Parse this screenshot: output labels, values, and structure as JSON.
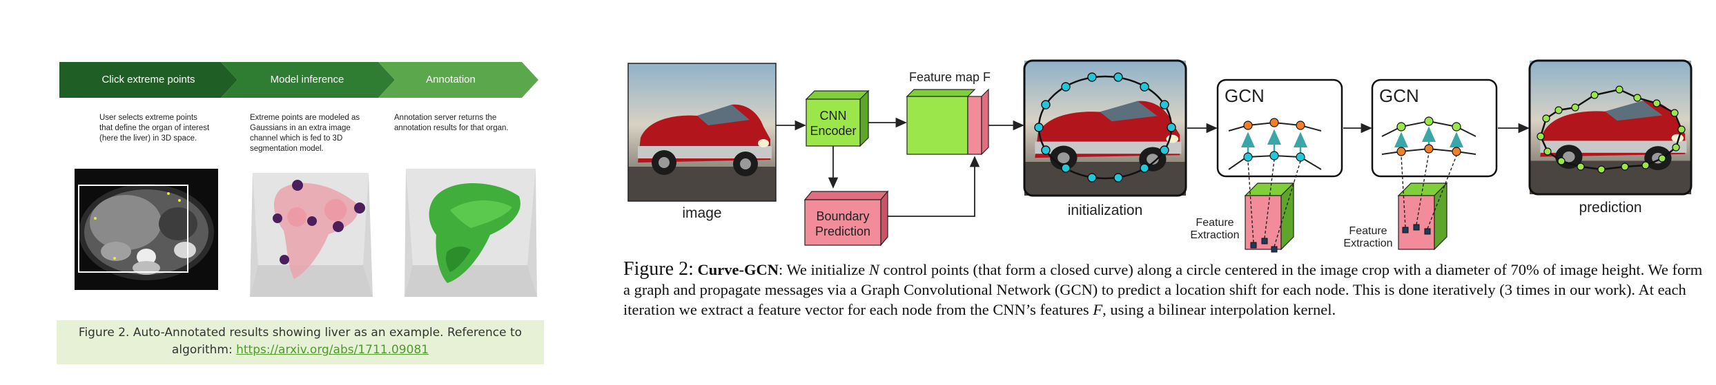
{
  "left": {
    "steps": [
      {
        "title": "Click extreme points",
        "desc": "User selects extreme points that define the organ of interest (here the liver) in 3D space.",
        "color": "#1f5f25"
      },
      {
        "title": "Model inference",
        "desc": "Extreme points are modeled as Gaussians in an extra image channel which is fed to 3D segmentation model.",
        "color": "#2f7d33"
      },
      {
        "title": "Annotation",
        "desc": "Annotation server returns the annotation results for that organ.",
        "color": "#5ba84c"
      }
    ],
    "caption": {
      "text": "Figure 2. Auto-Annotated results showing liver as an example. Reference to",
      "prefix": "algorithm: ",
      "link": "https://arxiv.org/abs/1711.09081"
    }
  },
  "right": {
    "labels": {
      "image": "image",
      "cnn_encoder_1": "CNN",
      "cnn_encoder_2": "Encoder",
      "feature_map": "Feature map F",
      "boundary_1": "Boundary",
      "boundary_2": "Prediction",
      "initialization": "initialization",
      "gcn_1": "GCN",
      "gcn_2": "GCN",
      "feature_extraction_1a": "Feature",
      "feature_extraction_1b": "Extraction",
      "feature_extraction_2a": "Feature",
      "feature_extraction_2b": "Extraction",
      "prediction": "prediction"
    },
    "caption": {
      "fignum": "Figure 2:",
      "name": "Curve-GCN",
      "part1": ": We initialize ",
      "n": "N",
      "part2": " control points (that form a closed curve) along a circle centered in the image crop with a diameter of 70% of image height. We form a graph and propagate messages via a Graph Convolutional Network (GCN) to predict a location shift for each node. This is done iteratively (3 times in our work). At each iteration we extract a feature vector for each node from the CNN’s features ",
      "f": "F",
      "part3": ", using a bilinear interpolation kernel."
    },
    "colors": {
      "cnn_green": "#9be64b",
      "boundary_pink": "#f28b9a",
      "node_cyan": "#21c8dc",
      "node_orange": "#f07f2a",
      "node_green": "#9be64b",
      "arrow_teal": "#3aa6a8"
    }
  }
}
